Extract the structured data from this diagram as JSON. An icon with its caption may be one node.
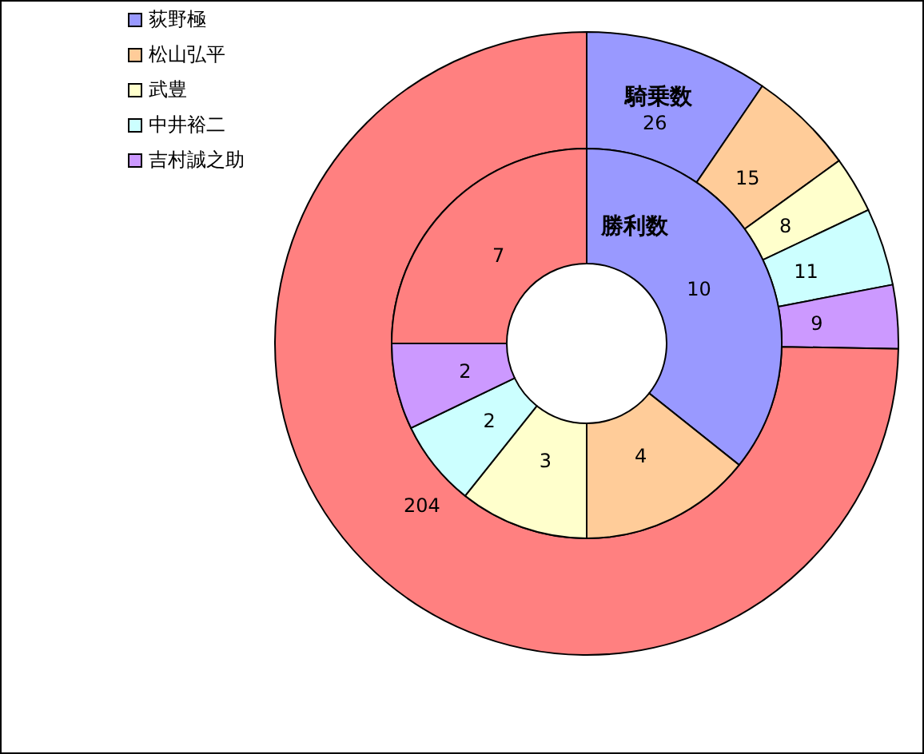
{
  "diagram": {
    "chart_data": {
      "type": "donut",
      "categories": [
        "荻野極",
        "松山弘平",
        "武豊",
        "中井裕二",
        "吉村誠之助",
        null
      ],
      "series": [
        {
          "name": "騎乗数",
          "values": [
            26,
            15,
            8,
            11,
            9,
            204
          ],
          "colors": [
            "#9999ff",
            "#ffcc99",
            "#ffffcc",
            "#ccffff",
            "#cc99ff",
            "#ff8080"
          ]
        },
        {
          "name": "勝利数",
          "values": [
            10,
            4,
            3,
            2,
            2,
            7
          ],
          "colors": [
            "#9999ff",
            "#ffcc99",
            "#ffffcc",
            "#ccffff",
            "#cc99ff",
            "#ff8080"
          ]
        }
      ],
      "data_labels": true
    }
  }
}
